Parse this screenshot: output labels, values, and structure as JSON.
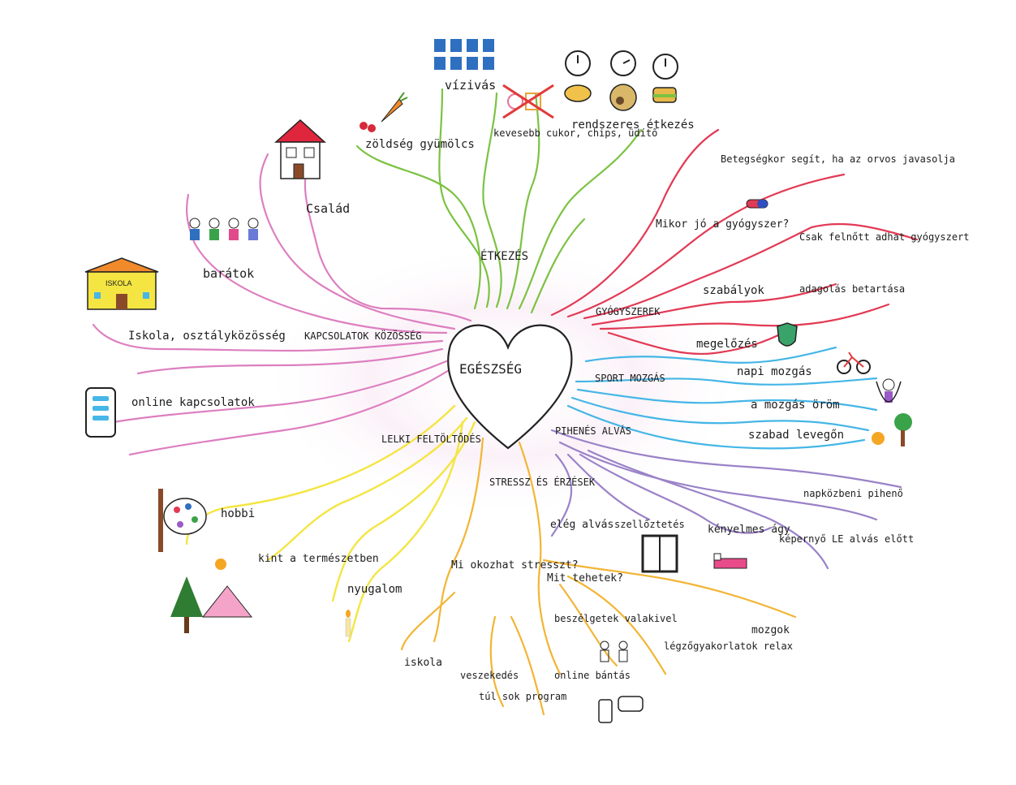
{
  "center": "EGÉSZSÉG",
  "branches": [
    {
      "id": "etkezes",
      "title": "ÉTKEZÉS",
      "color": "#7cc242",
      "items": [
        "vízivás",
        "kevesebb cukor, chips, üdítő",
        "rendszeres étkezés",
        "zöldség gyümölcs"
      ]
    },
    {
      "id": "gyogyszerek",
      "title": "GYÓGYSZEREK",
      "color": "#e23a55",
      "items": [
        "Betegségkor segít, ha az orvos javasolja",
        "Mikor jó a gyógyszer?",
        "Csak felnőtt adhat gyógyszert",
        "szabályok",
        "adagolás betartása",
        "megelőzés"
      ]
    },
    {
      "id": "sport",
      "title": "SPORT MOZGÁS",
      "color": "#45b6e6",
      "items": [
        "napi mozgás",
        "a mozgás öröm",
        "szabad levegőn"
      ]
    },
    {
      "id": "pihenes",
      "title": "PIHENÉS ALVÁS",
      "color": "#9a82c8",
      "items": [
        "napközbeni pihenő",
        "elég alvás",
        "szellőztetés",
        "kényelmes ágy",
        "képernyő LE alvás előtt"
      ]
    },
    {
      "id": "stressz",
      "title": "STRESSZ ÉS ÉRZÉSEK",
      "color": "#f2b535",
      "items": [
        "Mi okozhat stresszt?",
        "Mit tehetek?",
        "beszélgetek valakivel",
        "légzőgyakorlatok relax",
        "mozgok",
        "iskola",
        "veszekedés",
        "túl sok program",
        "online bántás"
      ]
    },
    {
      "id": "lelki",
      "title": "LELKI FELTÖLTŐDÉS",
      "color": "#f4e542",
      "items": [
        "hobbi",
        "kint a természetben",
        "nyugalom"
      ]
    },
    {
      "id": "kapcsolatok",
      "title": "KAPCSOLATOK KÖZÖSSÉG",
      "color": "#dd7fc0",
      "items": [
        "Család",
        "barátok",
        "Iskola, osztályközösség",
        "online kapcsolatok"
      ]
    }
  ],
  "icons": {
    "school_sign": "ISKOLA"
  }
}
